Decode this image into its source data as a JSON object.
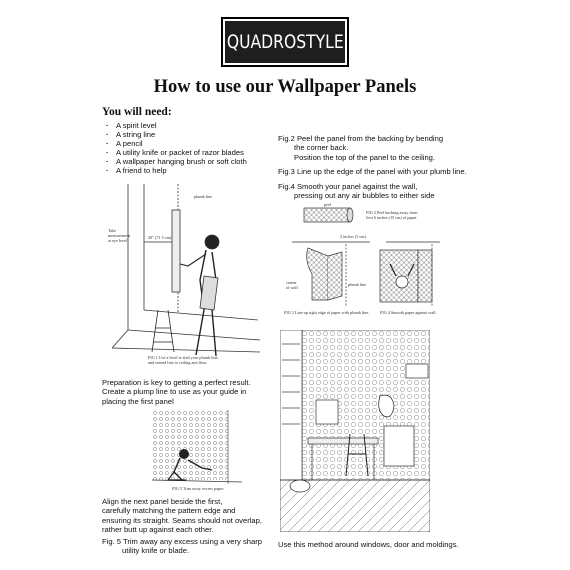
{
  "brand": {
    "logo_text": "QUADROSTYLE"
  },
  "page_title": "How to use our Wallpaper Panels",
  "needs": {
    "heading": "You will need:",
    "items": [
      "A spirit level",
      "A string line",
      "A pencil",
      "A utility knife or packet of razor blades",
      "A wallpaper hanging brush or soft cloth",
      "A friend to help"
    ]
  },
  "fig1": {
    "caption_1": "FIG 1 Use a level to find your plumb line,",
    "caption_2": "and extend line to ceiling and floor.",
    "label_plumb": "plumb line",
    "label_measure": "20\" (71.5 cm)",
    "label_take_1": "Take",
    "label_take_2": "measurement",
    "label_take_3": "at eye level"
  },
  "step_prep": {
    "line_1": "Preparation is key to getting a perfect result.",
    "line_2": "Create a plump line to use as your guide in",
    "line_3": "placing the first panel"
  },
  "fig5": {
    "caption": "FIG 5 Trim away excess paper."
  },
  "step_align": {
    "line_1": "Align the next panel beside the first,",
    "line_2": "carefully matching the pattern edge and",
    "line_3": "ensuring its straight. Seams should not overlap,",
    "line_4": "rather butt up against each other."
  },
  "step_fig5": {
    "line_1": "Fig. 5 Trim away any excess using a very sharp",
    "line_2": "utility knife or blade."
  },
  "step_fig2": {
    "line_1": "Fig.2 Peel the panel from the backing by bending",
    "line_2": "the corner back.",
    "line_3": "Position the top of the panel to the ceiling."
  },
  "step_fig3": {
    "line_1": "Fig.3 Line up the edge of the panel with your plumb line."
  },
  "step_fig4": {
    "line_1": "Fig.4 Smooth your panel against the wall,",
    "line_2": "pressing out any air bubbles to either side"
  },
  "fig2": {
    "label_peel": "peel",
    "caption_1": "FIG 2 Peel backing away from",
    "caption_2": "first 6 inches (15 cm) of paper",
    "label_gap": "2 inches (5 cm)",
    "label_corner_1": "corner",
    "label_corner_2": "of wall",
    "label_plumb": "plumb line",
    "caption_3": "FIG 3 Line up right edge of paper with plumb line.",
    "caption_4": "FIG 4 Smooth paper against wall."
  },
  "step_final": {
    "line_1": "Use this method around windows, door and moldings."
  }
}
